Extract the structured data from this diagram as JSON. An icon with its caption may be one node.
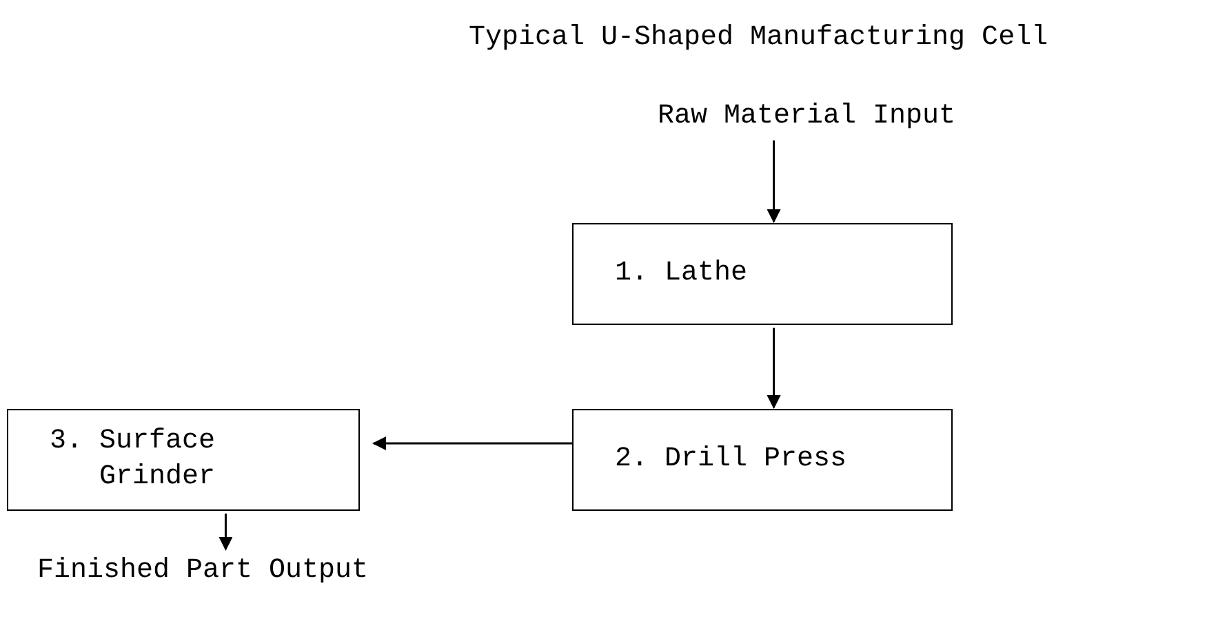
{
  "diagram": {
    "title": "Typical U-Shaped Manufacturing Cell",
    "nodes": [
      {
        "text": [
          "Raw Material Input"
        ]
      },
      {
        "text": [
          "1. Lathe"
        ]
      },
      {
        "text": [
          "2. Drill Press"
        ]
      },
      {
        "text": [
          "3. Surface Grinder"
        ]
      },
      {
        "text": [
          "Finished Part Output"
        ]
      }
    ],
    "edges": [
      {
        "from": 0,
        "to": 1,
        "arrow": "to"
      },
      {
        "from": 1,
        "to": 2,
        "arrow": "to"
      },
      {
        "from": 2,
        "to": 3,
        "arrow": "to"
      },
      {
        "from": 3,
        "to": 4,
        "arrow": "to"
      }
    ]
  }
}
